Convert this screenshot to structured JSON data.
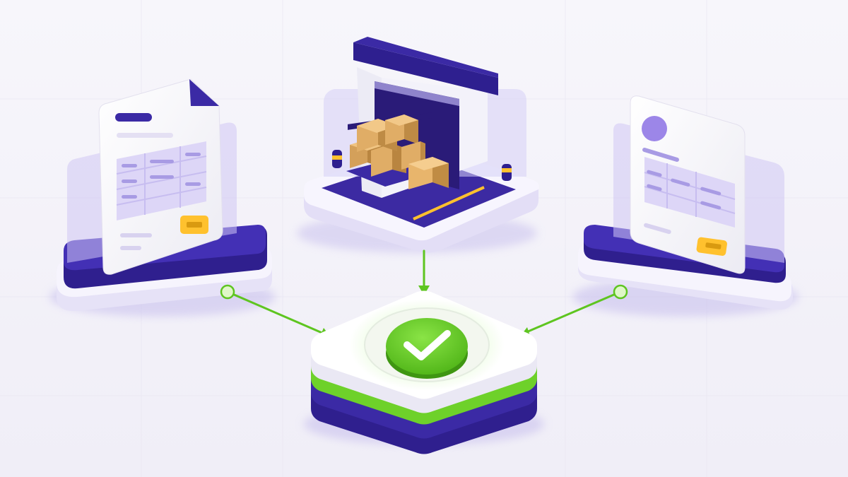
{
  "diagram": {
    "nodes": [
      {
        "id": "document-left",
        "kind": "document",
        "icon": "invoice-document-icon"
      },
      {
        "id": "warehouse",
        "kind": "warehouse",
        "icon": "warehouse-goods-received-icon"
      },
      {
        "id": "document-right",
        "kind": "document",
        "icon": "purchase-order-document-icon"
      },
      {
        "id": "verification",
        "kind": "match-check",
        "icon": "check-icon"
      }
    ],
    "edges": [
      {
        "from": "document-left",
        "to": "verification"
      },
      {
        "from": "warehouse",
        "to": "verification"
      },
      {
        "from": "document-right",
        "to": "verification"
      }
    ]
  },
  "colors": {
    "background": "#f4f2f9",
    "primary": "#3b2aa5",
    "primary_light": "#b3a8ea",
    "panel": "#ffffff",
    "accent_green": "#66cf24",
    "accent_yellow": "#ffc12e",
    "box": "#e2ad63"
  }
}
